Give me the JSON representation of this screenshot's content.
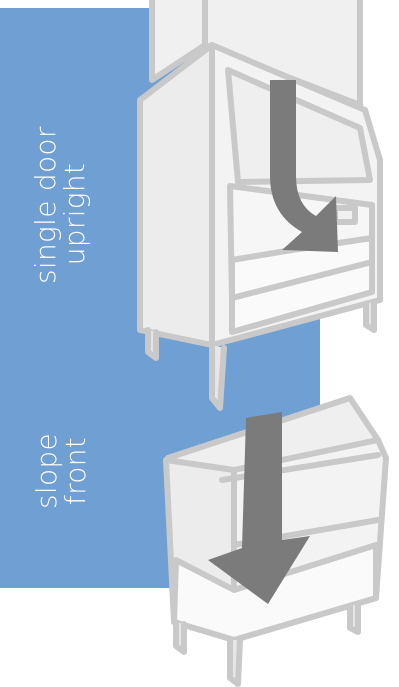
{
  "colors": {
    "panel_blue": "#6f9fd3",
    "label_text": "#ffffff",
    "cabinet_fill": "#f0f0f0",
    "cabinet_stroke": "#c9c9c9",
    "ice_fill": "#fafafa",
    "arrow_fill": "#7b7b7b"
  },
  "labels": {
    "upright": {
      "line1": "single door",
      "line2": "upright"
    },
    "slope": {
      "line1": "slope",
      "line2": "front"
    }
  },
  "icons": {
    "upright_cabinet": "upright-ice-bin-illustration",
    "slope_cabinet": "slope-front-ice-bin-illustration",
    "upright_arrow": "curved-down-arrow-icon",
    "slope_arrow": "down-arrow-icon"
  }
}
